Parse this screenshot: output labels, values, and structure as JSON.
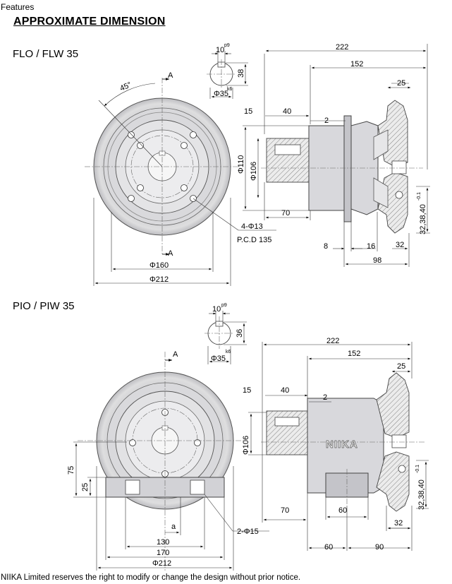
{
  "header": {
    "tab_label": "Features"
  },
  "title": "APPROXIMATE DIMENSION",
  "models": {
    "top": "FLO / FLW 35",
    "bottom": "PIO / PIW 35"
  },
  "brand_mark": "NIIKA",
  "footer_note": "NIIKA Limited reserves the right to modify or change the design without prior notice.",
  "flo_dims": {
    "key_width": "10",
    "key_width_tol": "p9",
    "key_height": "38",
    "shaft_dia": "Φ35",
    "shaft_tol": "k6",
    "angle": "45°",
    "section_mark": "A",
    "overall_length": "222",
    "body_length": "152",
    "wheel_width": "25",
    "shaft_len": "15",
    "hub_len": "40",
    "gap": "2",
    "spigot_dia": "Φ110",
    "pilot_dia": "Φ106",
    "flange_len": "70",
    "flange_thk": "8",
    "rim_len": "16",
    "wheel_offset": "32",
    "wheel_total": "98",
    "tread_range": "32,38,40",
    "tread_tol": "-0.1",
    "bolt_holes": "4-Φ13",
    "pcd": "P.C.D 135",
    "dia_mid": "Φ160",
    "dia_out": "Φ212"
  },
  "piw_dims": {
    "key_width": "10",
    "key_width_tol": "p9",
    "key_height": "36",
    "shaft_dia": "Φ35",
    "shaft_tol": "k6",
    "section_mark": "A",
    "overall_length": "222",
    "body_length": "152",
    "wheel_width": "25",
    "shaft_len": "15",
    "hub_len": "40",
    "gap": "2",
    "pilot_dia": "Φ106",
    "flange_len": "70",
    "base_len": "60",
    "foot_pos": "60",
    "foot_span": "90",
    "wheel_offset": "32",
    "tread_range": "32,38,40",
    "tread_tol": "-0.1",
    "height": "75",
    "foot_height": "25",
    "center_mark": "a",
    "bolt_holes": "2-Φ15",
    "base_width": "130",
    "foot_width": "170",
    "dia_out": "Φ212"
  }
}
